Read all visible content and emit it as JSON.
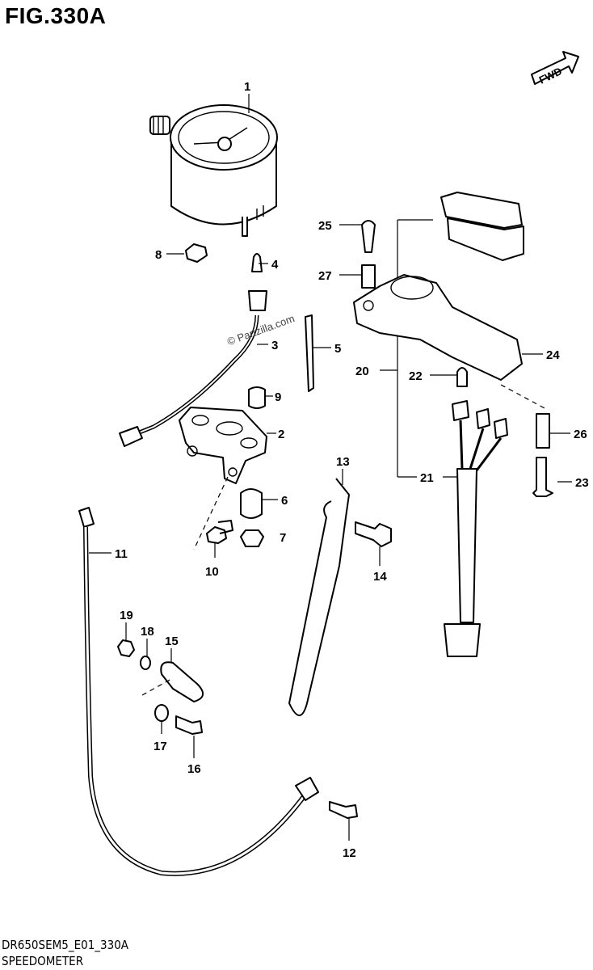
{
  "figure": {
    "title": "FIG.330A",
    "code": "DR650SEM5_E01_330A",
    "name": "SPEEDOMETER",
    "fwd_label": "FWD",
    "watermark": "© Partzilla.com"
  },
  "callouts": [
    "1",
    "2",
    "3",
    "4",
    "5",
    "6",
    "7",
    "8",
    "9",
    "10",
    "11",
    "12",
    "13",
    "14",
    "15",
    "16",
    "17",
    "18",
    "19",
    "20",
    "21",
    "22",
    "23",
    "24",
    "25",
    "26",
    "27"
  ]
}
